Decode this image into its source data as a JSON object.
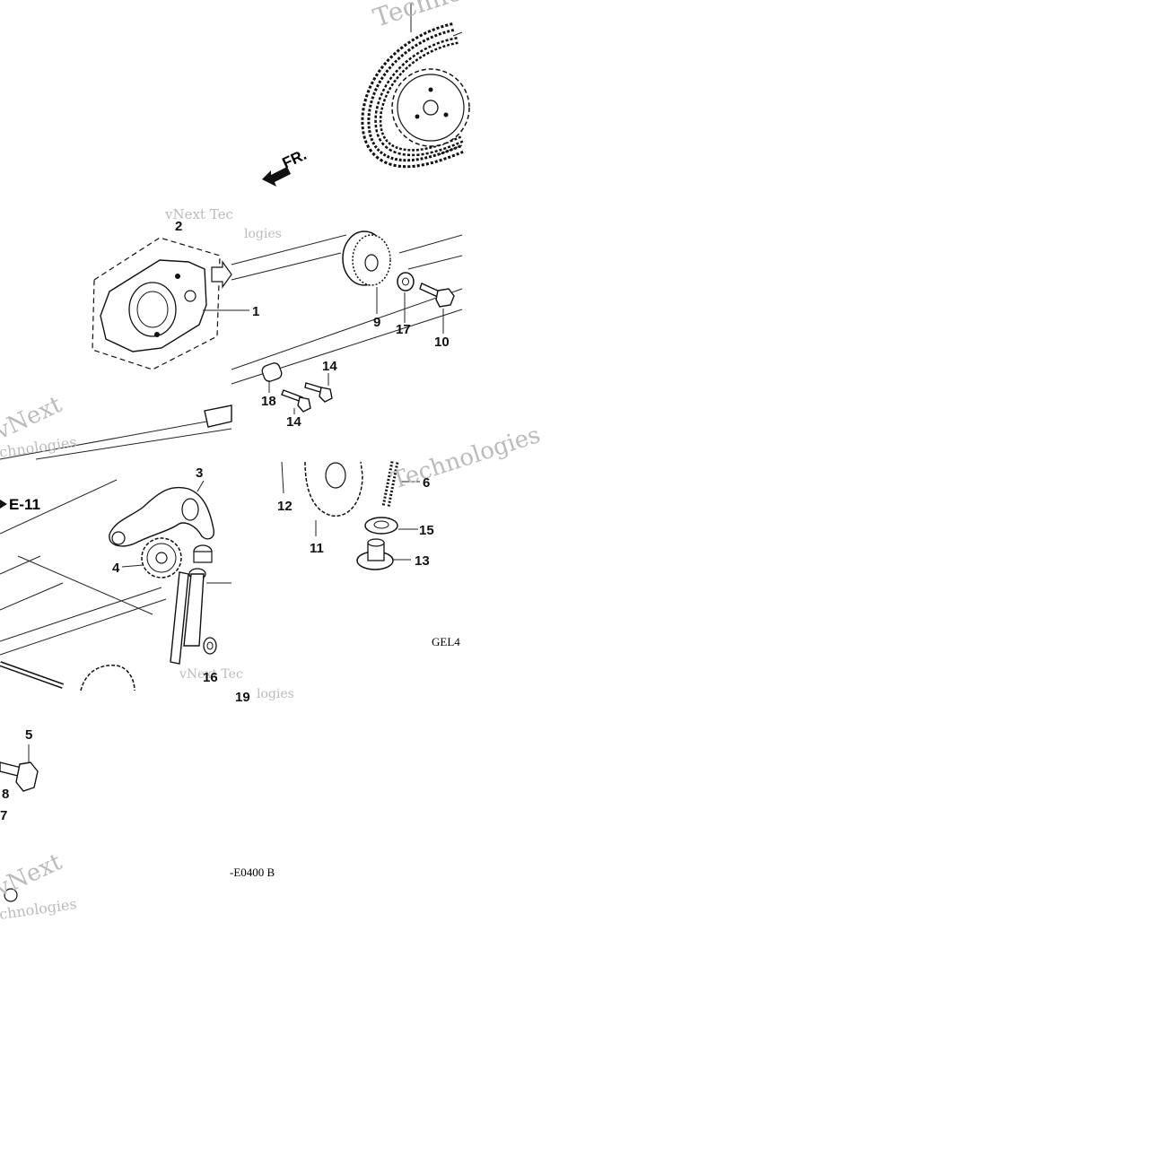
{
  "diagram": {
    "callouts": [
      "1",
      "2",
      "3",
      "4",
      "5",
      "6",
      "7",
      "8",
      "9",
      "10",
      "11",
      "12",
      "13",
      "14",
      "14",
      "15",
      "16",
      "17",
      "18",
      "19"
    ],
    "reference": "E-11",
    "front_label": "FR.",
    "codes": [
      "GEL4",
      "-E0400 B"
    ],
    "watermarks": [
      "vNext Technologies",
      "Technologies",
      "vNext",
      "chnologies",
      "vNext Tec",
      "logies"
    ]
  }
}
